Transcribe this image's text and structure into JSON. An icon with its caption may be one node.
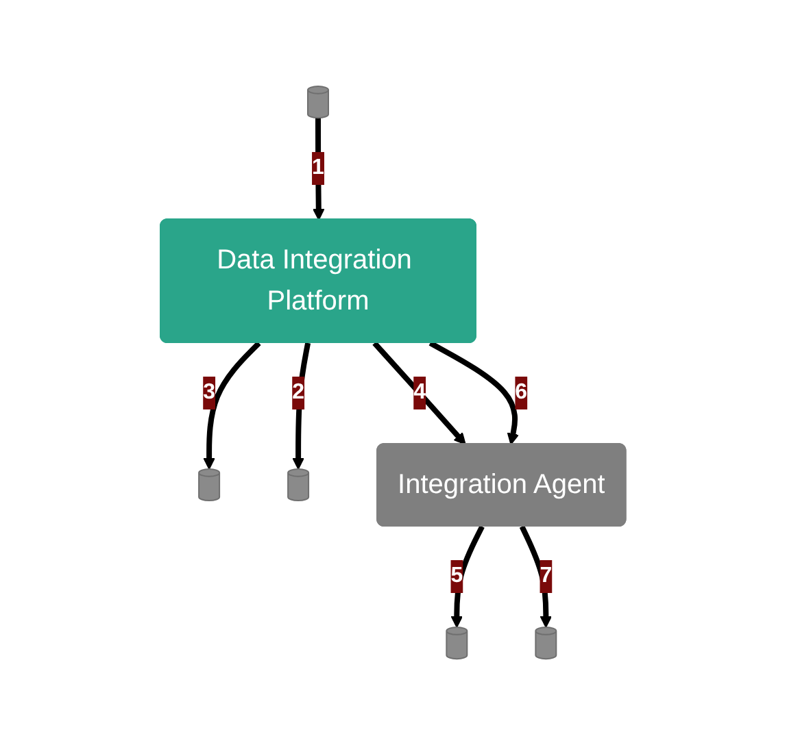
{
  "diagram": {
    "nodes": [
      {
        "text": [],
        "shape": "cylinder"
      },
      {
        "text": [],
        "shape": "cylinder"
      },
      {
        "text": [
          "Data Integration Platform"
        ]
      },
      {
        "text": [],
        "shape": "cylinder"
      },
      {
        "text": [
          "Integration Agent"
        ]
      },
      {
        "text": [],
        "shape": "cylinder"
      },
      {
        "text": [],
        "shape": "cylinder"
      }
    ],
    "edges": [
      {
        "from": 3,
        "to": 2,
        "arrow": "to",
        "label": "1"
      },
      {
        "from": 2,
        "to": 1,
        "arrow": "to",
        "label": "2"
      },
      {
        "from": 2,
        "to": 0,
        "arrow": "to",
        "label": "3"
      },
      {
        "from": 2,
        "to": 4,
        "arrow": "to",
        "label": "4"
      },
      {
        "from": 4,
        "to": 6,
        "arrow": "to",
        "label": "5"
      },
      {
        "from": 2,
        "to": 4,
        "arrow": "to",
        "label": "6"
      },
      {
        "from": 4,
        "to": 5,
        "arrow": "to",
        "label": "7"
      }
    ]
  }
}
